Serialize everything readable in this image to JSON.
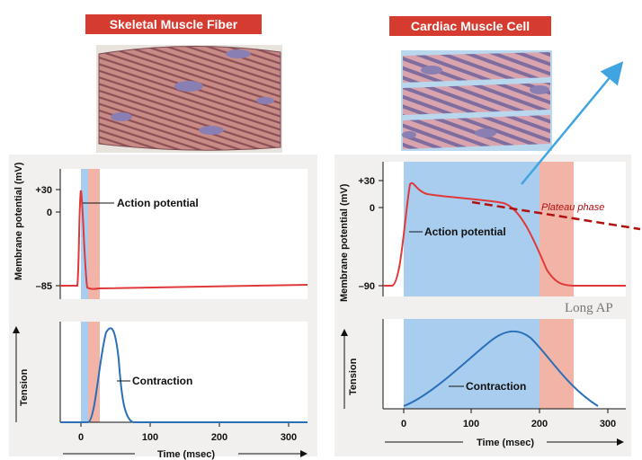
{
  "skeletal": {
    "title": "Skeletal Muscle Fiber",
    "ap_label": "Action potential",
    "contraction_label": "Contraction",
    "y_axis_potential": "Membrane potential (mV)",
    "y_axis_tension": "Tension",
    "y_ticks": [
      "+30",
      "0",
      "–85"
    ],
    "x_ticks": [
      "0",
      "100",
      "200",
      "300"
    ],
    "x_axis": "Time (msec)"
  },
  "cardiac": {
    "title": "Cardiac Muscle Cell",
    "ap_label": "Action potential",
    "contraction_label": "Contraction",
    "y_axis_potential": "Membrane potential (mV)",
    "y_axis_tension": "Tension",
    "y_ticks": [
      "+30",
      "0",
      "–90"
    ],
    "x_ticks": [
      "0",
      "100",
      "200",
      "300"
    ],
    "x_axis": "Time (msec)"
  },
  "annotations": {
    "plateau": "Plateau phase",
    "long_ap": "Long AP"
  },
  "colors": {
    "banner": "#d63b30",
    "trace_red": "#e0393a",
    "trace_blue": "#2a6fb8",
    "refractory_blue": "#a9cdef",
    "refractory_red": "#f2b4a6",
    "arrow": "#3fa4e0",
    "plateau_line": "#b01010"
  }
}
